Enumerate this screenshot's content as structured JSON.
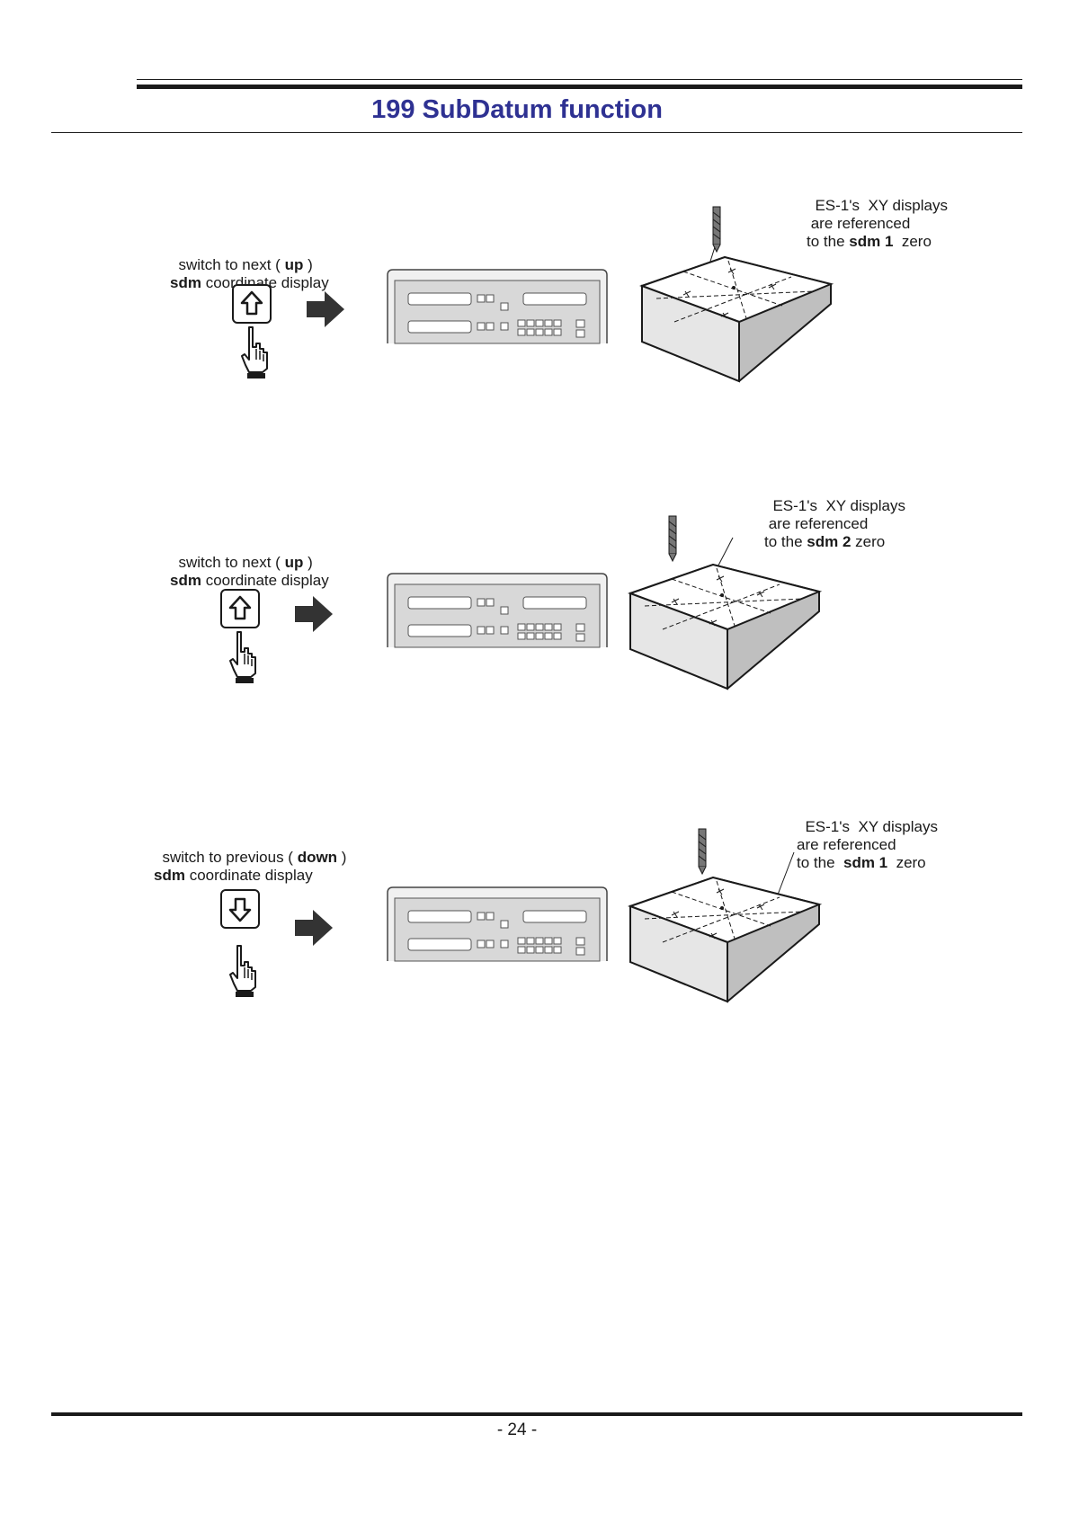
{
  "header": {
    "title": "199 SubDatum function"
  },
  "steps": [
    {
      "instruction": {
        "line1_pre": "switch to next ( ",
        "line1_bold": "up",
        "line1_post": " )",
        "line2_bold": "sdm",
        "line2_post": " coordinate display"
      },
      "key": "up-arrow-key",
      "callout": {
        "line1": "ES-1's  XY displays",
        "line2": " are referenced",
        "line3_pre": "to the ",
        "line3_bold": "sdm 1",
        "line3_post": "  zero"
      }
    },
    {
      "instruction": {
        "line1_pre": "switch to next ( ",
        "line1_bold": "up",
        "line1_post": " )",
        "line2_bold": "sdm",
        "line2_post": " coordinate display"
      },
      "key": "up-arrow-key",
      "callout": {
        "line1": "ES-1's  XY displays",
        "line2": " are referenced",
        "line3_pre": "to the ",
        "line3_bold": "sdm 2",
        "line3_post": " zero"
      }
    },
    {
      "instruction": {
        "line1_pre": "switch to previous ( ",
        "line1_bold": "down",
        "line1_post": " )",
        "line2_bold": "sdm",
        "line2_post": " coordinate display"
      },
      "key": "down-arrow-key",
      "callout": {
        "line1": "ES-1's  XY displays",
        "line2": "are referenced",
        "line3_pre": "to the  ",
        "line3_bold": "sdm 1",
        "line3_post": "  zero"
      }
    }
  ],
  "footer": {
    "page_number": "- 24 -"
  },
  "colors": {
    "title": "#2e3192",
    "rule": "#1a1a1a"
  }
}
